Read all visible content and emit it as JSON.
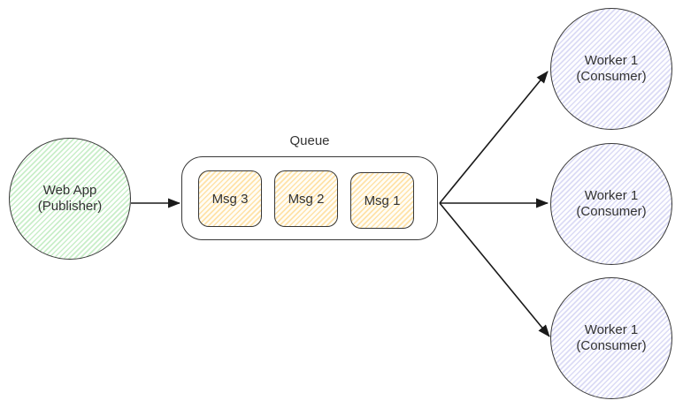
{
  "diagram": {
    "publisher": {
      "name": "Web App",
      "role": "(Publisher)"
    },
    "queue": {
      "label": "Queue",
      "messages": [
        "Msg 3",
        "Msg 2",
        "Msg 1"
      ]
    },
    "workers": [
      {
        "name": "Worker 1",
        "role": "(Consumer)"
      },
      {
        "name": "Worker 1",
        "role": "(Consumer)"
      },
      {
        "name": "Worker 1",
        "role": "(Consumer)"
      }
    ],
    "colors": {
      "publisher_hatch": "#c9eec9",
      "message_hatch": "#ffe2a8",
      "worker_hatch": "#dbdbf5",
      "shape_stroke": "#383838",
      "arrow": "#1a1a1a",
      "text": "#333333",
      "background": "#ffffff"
    }
  }
}
